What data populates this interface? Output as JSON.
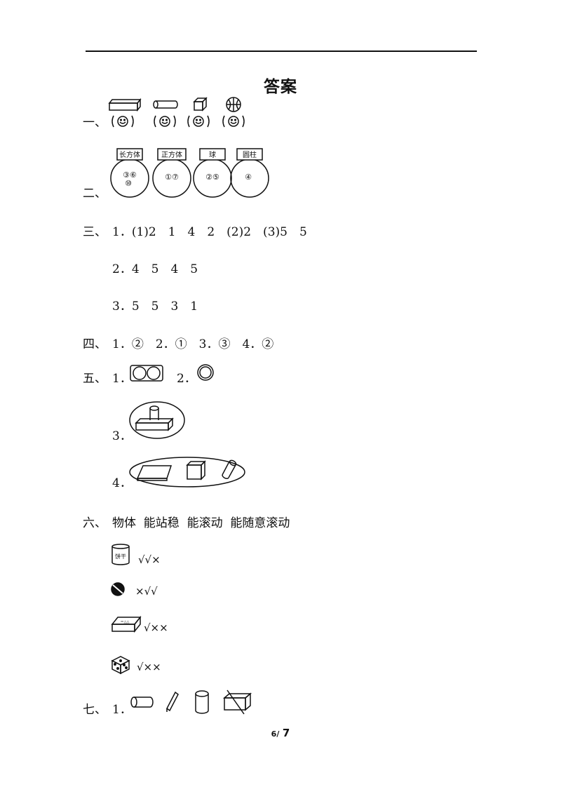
{
  "title": "答案",
  "s1": {
    "label": "一、"
  },
  "s2": {
    "label": "二、",
    "groups": [
      {
        "name": "长方体",
        "content_line1": "③⑥",
        "content_line2": "⑩"
      },
      {
        "name": "正方体",
        "content_line1": "①⑦",
        "content_line2": ""
      },
      {
        "name": "球",
        "content_line1": "②⑤",
        "content_line2": ""
      },
      {
        "name": "圆柱",
        "content_line1": "④",
        "content_line2": ""
      }
    ]
  },
  "s3": {
    "label": "三、",
    "lines": [
      "1．(1)2　1　4　2　(2)2　(3)5　5",
      "2．4　5　4　5",
      "3．5　5　3　1"
    ]
  },
  "s4": {
    "label": "四、",
    "text": "1．②　2．①　3．③　4．②"
  },
  "s5": {
    "label": "五、",
    "item1": "1．",
    "item2": "2．",
    "item3": "3．",
    "item4": "4．"
  },
  "s6": {
    "label": "六、",
    "header": "物体  能站稳  能滚动  能随意滚动",
    "rows": [
      {
        "icon": "can-icon",
        "icon_text": "饼干",
        "marks": "√√×"
      },
      {
        "icon": "ball-icon",
        "marks": "×√√"
      },
      {
        "icon": "box-icon",
        "marks": "√××"
      },
      {
        "icon": "dice-icon",
        "marks": "√××"
      }
    ]
  },
  "s7": {
    "label": "七、",
    "item1": "1．"
  },
  "page": {
    "current": "6",
    "separator": "/",
    "total": "7"
  }
}
